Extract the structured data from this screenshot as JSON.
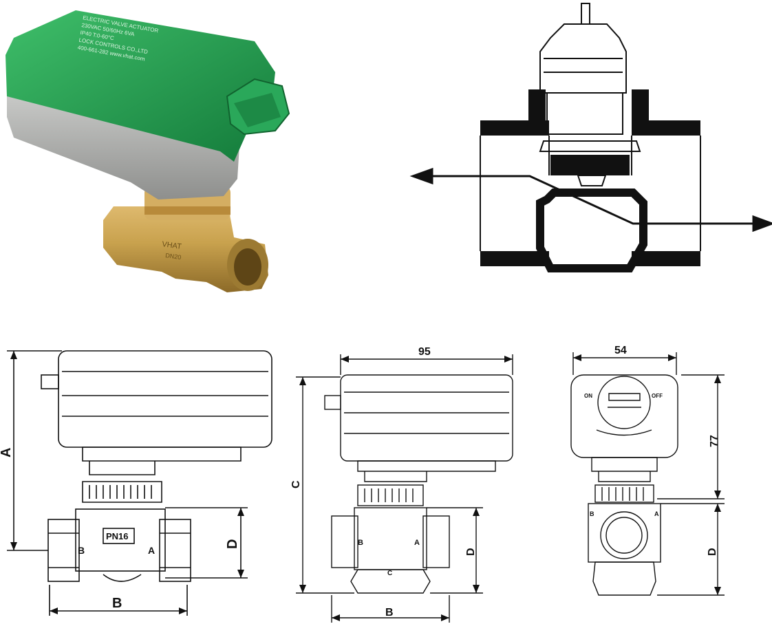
{
  "photo": {
    "lines": [
      "ELECTRIC VALVE ACTUATOR",
      "230VAC 50/60Hz  6VA",
      "IP40  T:0-60°C",
      "LOCK  CONTROLS CO.,LTD",
      "400-661-282 www.vhat.com"
    ],
    "body_mark_1": "VHAT",
    "body_mark_2": "DN20"
  },
  "dimensions": {
    "front": {
      "A": "A",
      "B": "B",
      "D": "D",
      "port_left": "B",
      "port_right": "A",
      "rating": "PN16"
    },
    "side": {
      "width": "95",
      "C": "C",
      "D": "D",
      "B": "B",
      "port_left": "B",
      "port_right": "A",
      "port_bottom": "C"
    },
    "end": {
      "width": "54",
      "height": "77",
      "D": "D",
      "on": "ON",
      "off": "OFF",
      "port_left": "B",
      "port_right": "A"
    }
  },
  "colors": {
    "actuator_green": "#1f9a4f",
    "actuator_grey": "#a9aaa8",
    "brass": "#c9a24e",
    "line": "#111111"
  }
}
